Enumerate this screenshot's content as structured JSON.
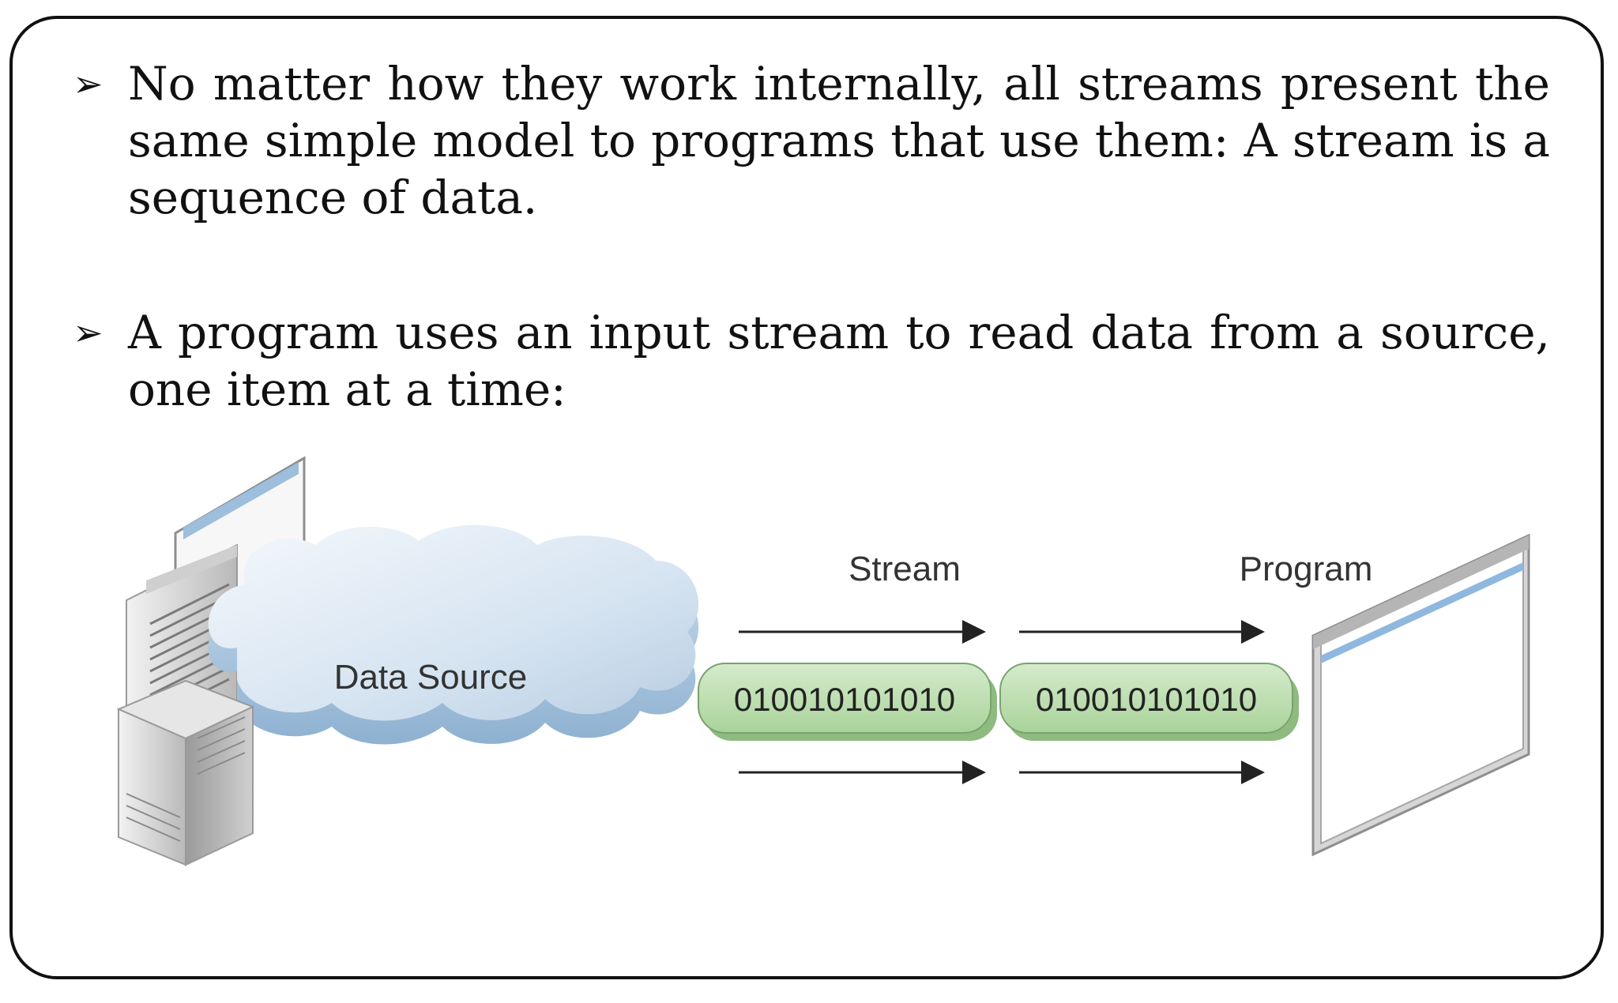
{
  "bullets": [
    {
      "marker": "➢",
      "text": "No matter how they work internally, all streams present the same simple model to programs that use them: A stream is a sequence of data."
    },
    {
      "marker": "➢",
      "text": "A program uses an input stream to read data from a source, one item at a time:"
    }
  ],
  "diagram": {
    "data_source_label": "Data Source",
    "stream_label": "Stream",
    "program_label": "Program",
    "stream_segments": [
      "010010101010",
      "010010101010"
    ]
  },
  "colors": {
    "stream_segment_fill": "#b9dcae",
    "cloud_fill": "#d8e6f2",
    "monitor_stripe": "#8fb8de"
  }
}
